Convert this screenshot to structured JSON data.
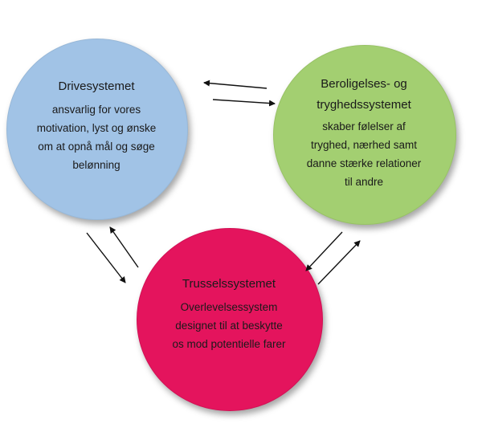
{
  "nodes": {
    "drive": {
      "title": "Drivesystemet",
      "description": "ansvarlig for vores\nmotivation, lyst og ønske\nom at opnå mål og søge\nbelønning",
      "color": "#a1c3e6"
    },
    "calm": {
      "title": "Beroligelses- og\ntryghedssystemet",
      "description": "skaber følelser af\ntryghed, nærhed samt\ndanne stærke relationer\ntil andre",
      "color": "#a3cf71"
    },
    "threat": {
      "title": "Trusselssystemet",
      "description": "Overlevelsessystem\ndesignet til at beskytte\nos mod potentielle farer",
      "color": "#e4145d"
    }
  },
  "edges": [
    {
      "from": "calm",
      "to": "drive"
    },
    {
      "from": "drive",
      "to": "calm"
    },
    {
      "from": "drive",
      "to": "threat"
    },
    {
      "from": "threat",
      "to": "drive"
    },
    {
      "from": "calm",
      "to": "threat"
    },
    {
      "from": "threat",
      "to": "calm"
    }
  ]
}
